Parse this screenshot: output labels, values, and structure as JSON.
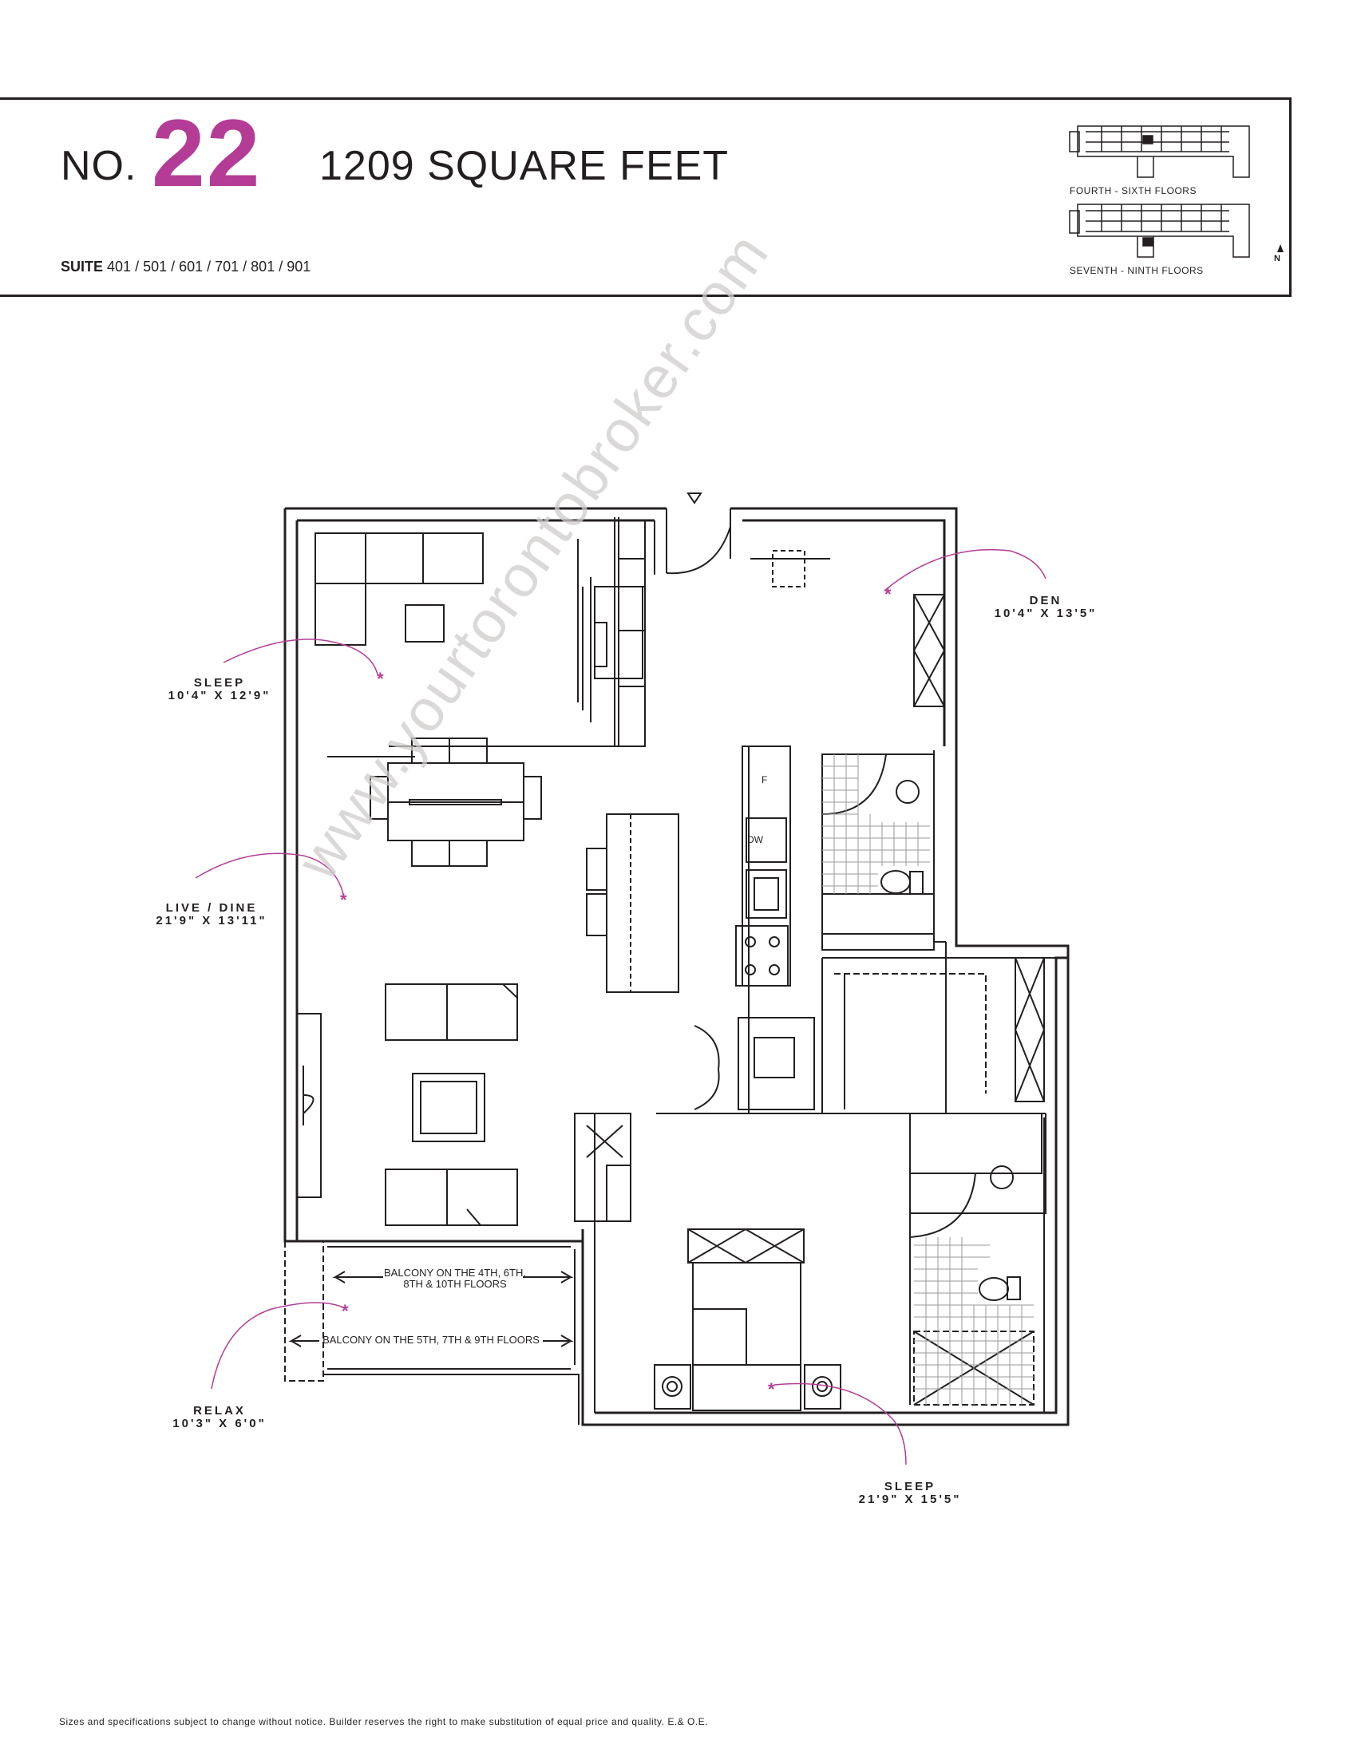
{
  "header": {
    "prefix": "NO.",
    "suite_number": "22",
    "area": "1209 SQUARE FEET",
    "suite_keyword": "SUITE",
    "suite_list": "401 / 501 / 601 / 701 / 801 / 901"
  },
  "key_plan": {
    "upper_label": "FOURTH - SIXTH FLOORS",
    "lower_label": "SEVENTH - NINTH FLOORS",
    "north": "N"
  },
  "rooms": [
    {
      "name": "SLEEP",
      "size": "10'4\" X 12'9\""
    },
    {
      "name": "DEN",
      "size": "10'4\" X 13'5\""
    },
    {
      "name": "LIVE / DINE",
      "size": "21'9\" X 13'11\""
    },
    {
      "name": "RELAX",
      "size": "10'3\" X 6'0\""
    },
    {
      "name": "SLEEP",
      "size": "21'9\" X 15'5\""
    }
  ],
  "balcony_notes": {
    "upper": "BALCONY ON THE 4TH, 6TH, 8TH & 10TH FLOORS",
    "upper_line1": "BALCONY ON THE 4TH, 6TH,",
    "upper_line2": "8TH & 10TH FLOORS",
    "lower": "BALCONY ON THE 5TH, 7TH & 9TH FLOORS"
  },
  "appliances": {
    "fridge": "F",
    "dishwasher": "DW"
  },
  "watermark": "www.yourtorontobroker.com",
  "disclaimer": "Sizes and specifications subject to change without notice. Builder reserves the right to make substitution of equal price and quality. E.& O.E.",
  "colors": {
    "accent": "#b43c96",
    "ink": "#231f20",
    "watermark": "#cfcbcb"
  }
}
